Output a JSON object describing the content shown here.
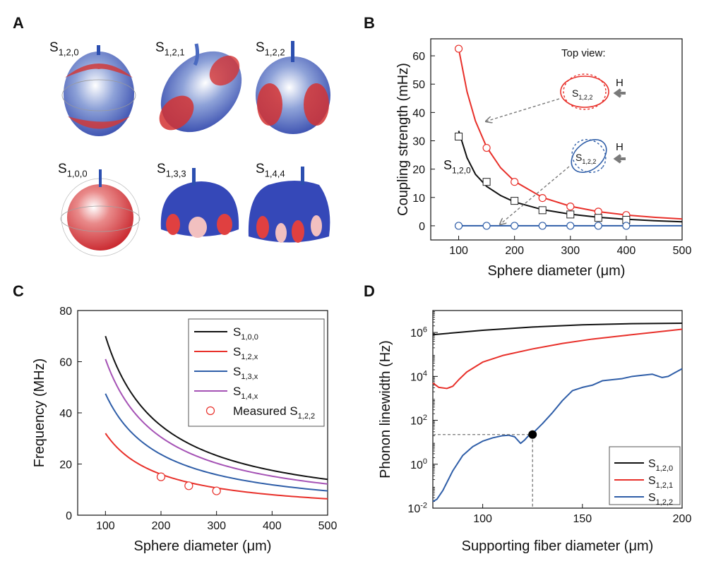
{
  "chart_data": [
    {
      "panel": "A",
      "type": "other",
      "content": "mode shape renderings",
      "labels": [
        {
          "base": "S",
          "sub": "1,2,0"
        },
        {
          "base": "S",
          "sub": "1,2,1"
        },
        {
          "base": "S",
          "sub": "1,2,2"
        },
        {
          "base": "S",
          "sub": "1,0,0"
        },
        {
          "base": "S",
          "sub": "1,3,3"
        },
        {
          "base": "S",
          "sub": "1,4,4"
        }
      ]
    },
    {
      "panel": "B",
      "type": "scatter",
      "xlabel": "Sphere diameter (μm)",
      "ylabel": "Coupling strength (mHz)",
      "xlim": [
        50,
        500
      ],
      "ylim": [
        -5,
        66
      ],
      "xticks": [
        100,
        200,
        300,
        400,
        500
      ],
      "yticks": [
        0,
        10,
        20,
        30,
        40,
        50,
        60
      ],
      "series": [
        {
          "label": "red",
          "color": "#e8302a",
          "marker": "circle",
          "x": [
            100,
            150,
            200,
            250,
            300,
            350,
            400
          ],
          "y": [
            62.5,
            27.5,
            15.5,
            9.8,
            6.8,
            5.0,
            3.8
          ],
          "fit_x": [
            100,
            115,
            130,
            150,
            175,
            200,
            250,
            300,
            350,
            400,
            450,
            500
          ],
          "fit_y": [
            62.5,
            47.3,
            37.0,
            27.8,
            20.5,
            15.7,
            10.0,
            6.9,
            5.0,
            3.8,
            3.0,
            2.4
          ]
        },
        {
          "label": "black",
          "color": "#111111",
          "marker": "square",
          "x": [
            100,
            150,
            200,
            250,
            300,
            350,
            400
          ],
          "y": [
            31.5,
            15.5,
            8.8,
            5.5,
            4.0,
            2.8,
            2.1
          ],
          "fit_x": [
            100,
            115,
            130,
            150,
            175,
            200,
            250,
            300,
            350,
            400,
            450,
            500
          ],
          "fit_y": [
            33.5,
            24.0,
            18.2,
            13.9,
            10.7,
            8.4,
            5.7,
            4.1,
            3.0,
            2.3,
            1.8,
            1.4
          ]
        },
        {
          "label": "blue",
          "color": "#2f5ea8",
          "marker": "circle",
          "x": [
            100,
            150,
            200,
            250,
            300,
            350,
            400
          ],
          "y": [
            0,
            0,
            0,
            0,
            0,
            0,
            0
          ],
          "fit_x": [
            100,
            500
          ],
          "fit_y": [
            0,
            0
          ]
        }
      ],
      "annotations": {
        "top_view": "Top view:",
        "curve_label": {
          "base": "S",
          "sub": "1,2,0"
        },
        "inset_mode": {
          "base": "S",
          "sub": "1,2,2"
        },
        "field": "H"
      }
    },
    {
      "panel": "C",
      "type": "line",
      "xlabel": "Sphere diameter (μm)",
      "ylabel": "Frequency (MHz)",
      "xlim": [
        50,
        500
      ],
      "ylim": [
        0,
        80
      ],
      "xticks": [
        100,
        200,
        300,
        400,
        500
      ],
      "yticks": [
        0,
        20,
        40,
        60,
        80
      ],
      "curves": [
        {
          "name": {
            "base": "S",
            "sub": "1,0,0"
          },
          "color": "#111111",
          "y100": 70
        },
        {
          "name": {
            "base": "S",
            "sub": "1,2,x"
          },
          "color": "#e8302a",
          "y100": 32
        },
        {
          "name": {
            "base": "S",
            "sub": "1,3,x"
          },
          "color": "#2f5ea8",
          "y100": 47.5
        },
        {
          "name": {
            "base": "S",
            "sub": "1,4,x"
          },
          "color": "#a552b5",
          "y100": 61
        }
      ],
      "measured": {
        "name": {
          "base": "Measured S",
          "sub": "1,2,2"
        },
        "color": "#e8302a",
        "x": [
          200,
          250,
          300
        ],
        "y": [
          15,
          11.5,
          9.5
        ]
      }
    },
    {
      "panel": "D",
      "type": "line",
      "xlabel": "Supporting fiber diameter (μm)",
      "ylabel": "Phonon linewidth (Hz)",
      "xscale": "linear",
      "yscale": "log",
      "xlim": [
        75,
        200
      ],
      "ylim_log10": [
        -2,
        7
      ],
      "xticks": [
        100,
        150,
        200
      ],
      "yticks": [
        {
          "base": "10",
          "exp": "-2",
          "value": -2
        },
        {
          "base": "10",
          "exp": "0",
          "value": 0
        },
        {
          "base": "10",
          "exp": "2",
          "value": 2
        },
        {
          "base": "10",
          "exp": "4",
          "value": 4
        },
        {
          "base": "10",
          "exp": "6",
          "value": 6
        }
      ],
      "series": [
        {
          "name": {
            "base": "S",
            "sub": "1,2,0"
          },
          "color": "#111111",
          "x": [
            75,
            100,
            125,
            150,
            175,
            200
          ],
          "log10_y": [
            5.9,
            6.1,
            6.25,
            6.35,
            6.4,
            6.42
          ]
        },
        {
          "name": {
            "base": "S",
            "sub": "1,2,1"
          },
          "color": "#e8302a",
          "x": [
            75,
            78,
            82,
            85,
            88,
            92,
            100,
            110,
            125,
            140,
            155,
            170,
            185,
            200
          ],
          "log10_y": [
            3.7,
            3.5,
            3.45,
            3.55,
            3.85,
            4.2,
            4.65,
            4.95,
            5.25,
            5.5,
            5.7,
            5.85,
            6.0,
            6.15
          ]
        },
        {
          "name": {
            "base": "S",
            "sub": "1,2,2"
          },
          "color": "#2f5ea8",
          "x": [
            75,
            77,
            80,
            85,
            90,
            95,
            100,
            105,
            110,
            113,
            116,
            119,
            121,
            123,
            125,
            130,
            135,
            140,
            145,
            150,
            155,
            160,
            165,
            170,
            175,
            180,
            185,
            190,
            193,
            196,
            200
          ],
          "log10_y": [
            -1.7,
            -1.6,
            -1.2,
            -0.3,
            0.4,
            0.8,
            1.05,
            1.2,
            1.3,
            1.32,
            1.25,
            0.95,
            1.1,
            1.3,
            1.4,
            1.85,
            2.35,
            2.9,
            3.35,
            3.5,
            3.6,
            3.8,
            3.85,
            3.9,
            4.0,
            4.05,
            4.1,
            3.95,
            4.0,
            4.15,
            4.35
          ]
        }
      ],
      "highlight": {
        "x": 125,
        "log10_y": 1.35
      }
    }
  ]
}
